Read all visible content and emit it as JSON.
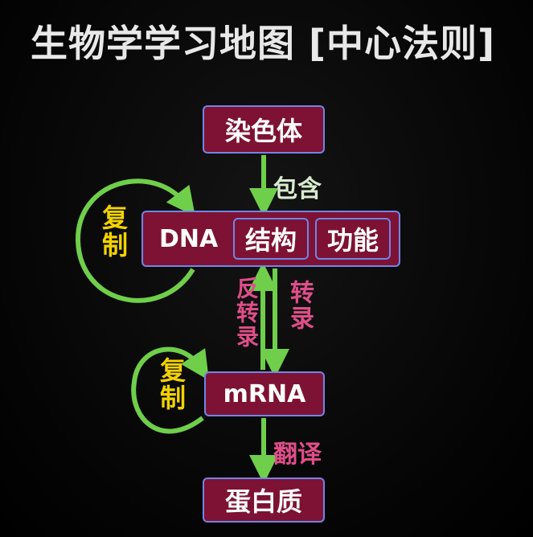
{
  "title": "生物学学习地图 [中心法则]",
  "nodes": {
    "chromosome": "染色体",
    "dna": "DNA",
    "structure": "结构",
    "function": "功能",
    "mrna": "mRNA",
    "protein": "蛋白质"
  },
  "edges": {
    "contains": "包含",
    "reverse_transcription": "反转录",
    "transcription": "转录",
    "translation": "翻译",
    "replication_dna": "复制",
    "replication_mrna": "复制"
  },
  "colors": {
    "node_fill": "#7d1234",
    "node_border": "#6f86e6",
    "arrow_green": "#6fcf4a",
    "label_pink": "#e04e8a",
    "label_yellow": "#f2d300"
  }
}
